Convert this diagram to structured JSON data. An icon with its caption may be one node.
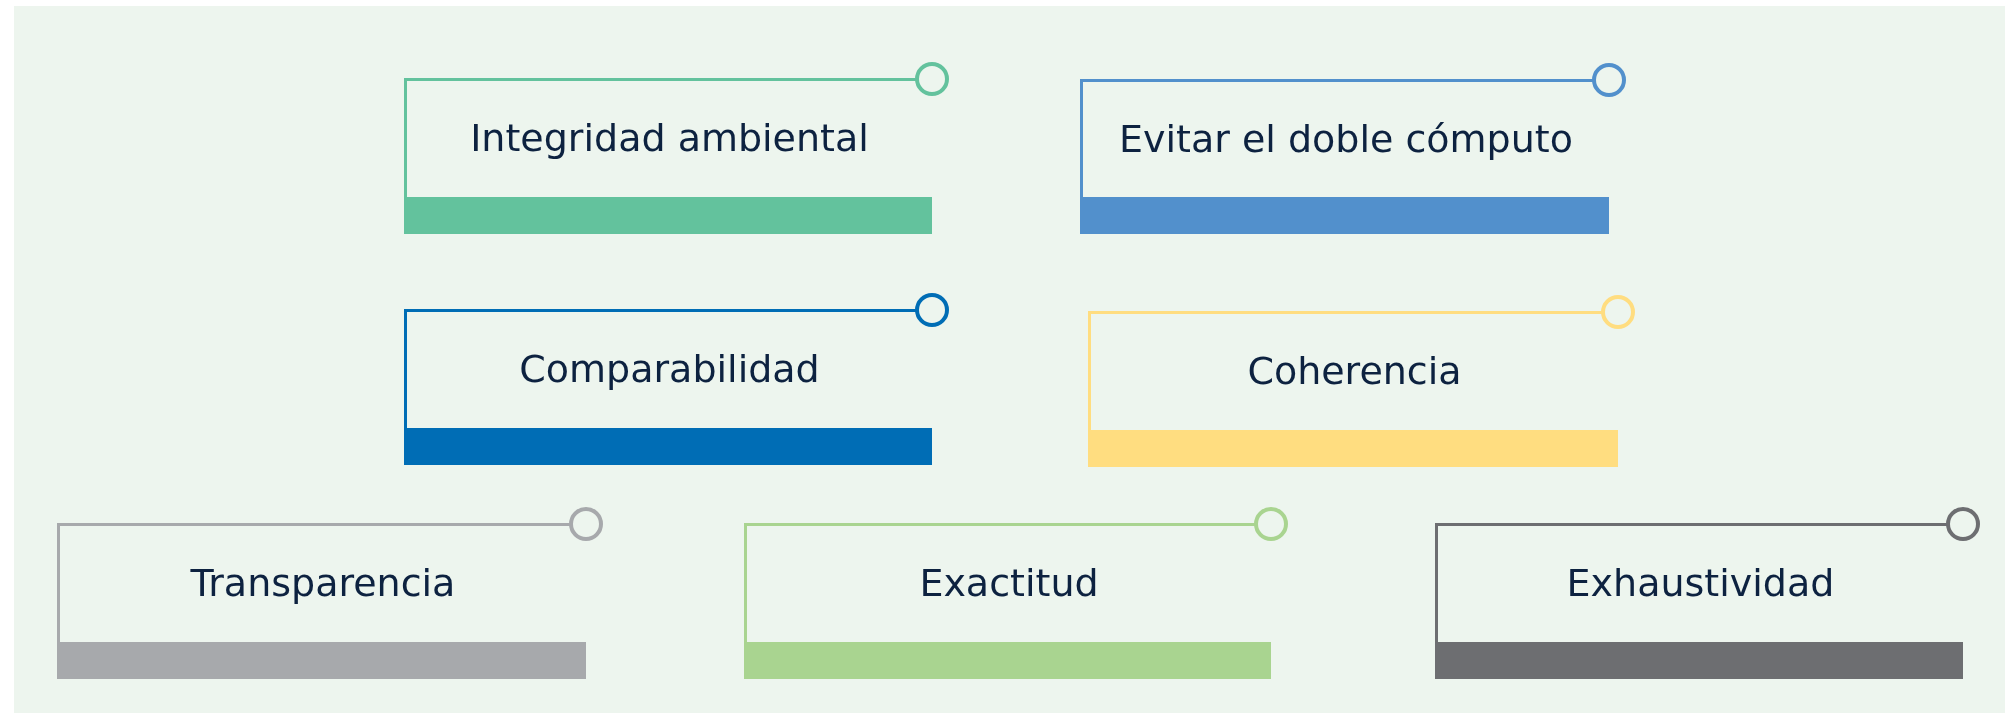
{
  "diagram": {
    "nodes": [
      {
        "text": [
          "Integridad ambiental"
        ]
      },
      {
        "text": [
          "Evitar el doble cómputo"
        ]
      },
      {
        "text": [
          "Comparabilidad"
        ]
      },
      {
        "text": [
          "Coherencia"
        ]
      },
      {
        "text": [
          "Transparencia"
        ]
      },
      {
        "text": [
          "Exactitud"
        ]
      },
      {
        "text": [
          "Exhaustividad"
        ]
      }
    ]
  }
}
